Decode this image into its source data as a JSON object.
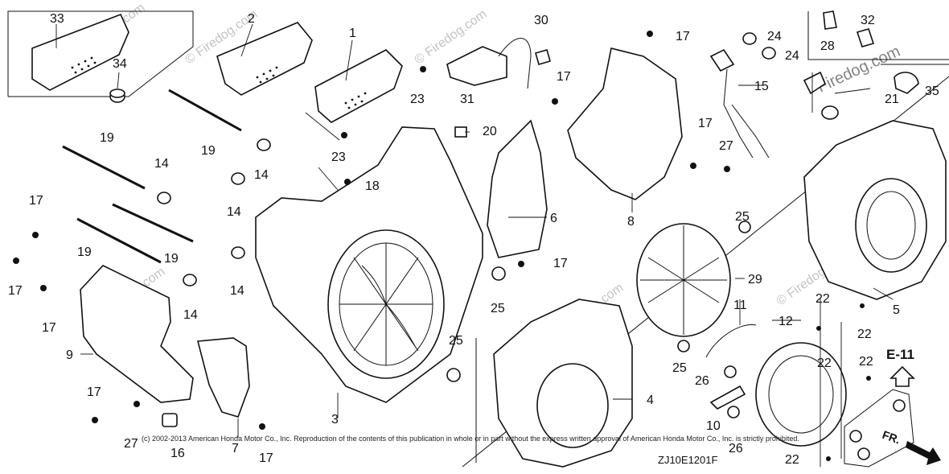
{
  "callouts": [
    {
      "id": "c33",
      "text": "33"
    },
    {
      "id": "c34",
      "text": "34"
    },
    {
      "id": "c2",
      "text": "2"
    },
    {
      "id": "c1",
      "text": "1"
    },
    {
      "id": "c19a",
      "text": "19"
    },
    {
      "id": "c19b",
      "text": "19"
    },
    {
      "id": "c19c",
      "text": "19"
    },
    {
      "id": "c19d",
      "text": "19"
    },
    {
      "id": "c14a",
      "text": "14"
    },
    {
      "id": "c14b",
      "text": "14"
    },
    {
      "id": "c14c",
      "text": "14"
    },
    {
      "id": "c14d",
      "text": "14"
    },
    {
      "id": "c14e",
      "text": "14"
    },
    {
      "id": "c17a",
      "text": "17"
    },
    {
      "id": "c17b",
      "text": "17"
    },
    {
      "id": "c17c",
      "text": "17"
    },
    {
      "id": "c17d",
      "text": "17"
    },
    {
      "id": "c17e",
      "text": "17"
    },
    {
      "id": "c17f",
      "text": "17"
    },
    {
      "id": "c17g",
      "text": "17"
    },
    {
      "id": "c17h",
      "text": "17"
    },
    {
      "id": "c17i",
      "text": "17"
    },
    {
      "id": "c9",
      "text": "9"
    },
    {
      "id": "c27a",
      "text": "27"
    },
    {
      "id": "c27b",
      "text": "27"
    },
    {
      "id": "c16",
      "text": "16"
    },
    {
      "id": "c7",
      "text": "7"
    },
    {
      "id": "c23a",
      "text": "23"
    },
    {
      "id": "c23b",
      "text": "23"
    },
    {
      "id": "c18",
      "text": "18"
    },
    {
      "id": "c3",
      "text": "3"
    },
    {
      "id": "c20",
      "text": "20"
    },
    {
      "id": "c30",
      "text": "30"
    },
    {
      "id": "c31",
      "text": "31"
    },
    {
      "id": "c6",
      "text": "6"
    },
    {
      "id": "c25a",
      "text": "25"
    },
    {
      "id": "c25b",
      "text": "25"
    },
    {
      "id": "c25c",
      "text": "25"
    },
    {
      "id": "c25d",
      "text": "25"
    },
    {
      "id": "c8",
      "text": "8"
    },
    {
      "id": "c24a",
      "text": "24"
    },
    {
      "id": "c24b",
      "text": "24"
    },
    {
      "id": "c15",
      "text": "15"
    },
    {
      "id": "c28",
      "text": "28"
    },
    {
      "id": "c32",
      "text": "32"
    },
    {
      "id": "c35",
      "text": "35"
    },
    {
      "id": "c21",
      "text": "21"
    },
    {
      "id": "c29",
      "text": "29"
    },
    {
      "id": "c11",
      "text": "11"
    },
    {
      "id": "c4",
      "text": "4"
    },
    {
      "id": "c26a",
      "text": "26"
    },
    {
      "id": "c26b",
      "text": "26"
    },
    {
      "id": "c10",
      "text": "10"
    },
    {
      "id": "c12",
      "text": "12"
    },
    {
      "id": "c22a",
      "text": "22"
    },
    {
      "id": "c22b",
      "text": "22"
    },
    {
      "id": "c22c",
      "text": "22"
    },
    {
      "id": "c22d",
      "text": "22"
    },
    {
      "id": "c22e",
      "text": "22"
    },
    {
      "id": "c5",
      "text": "5"
    }
  ],
  "section_ref": "E-11",
  "direction_label": "FR.",
  "copyright": "(c) 2002-2013 American Honda Motor Co., Inc. Reproduction of the contents of this publication in whole or in part without the express written approval of American Honda Motor Co., Inc. is strictly prohibited.",
  "diagram_code": "ZJ10E1201F",
  "watermarks": [
    "© Firedog.com",
    "Firedog.com"
  ]
}
